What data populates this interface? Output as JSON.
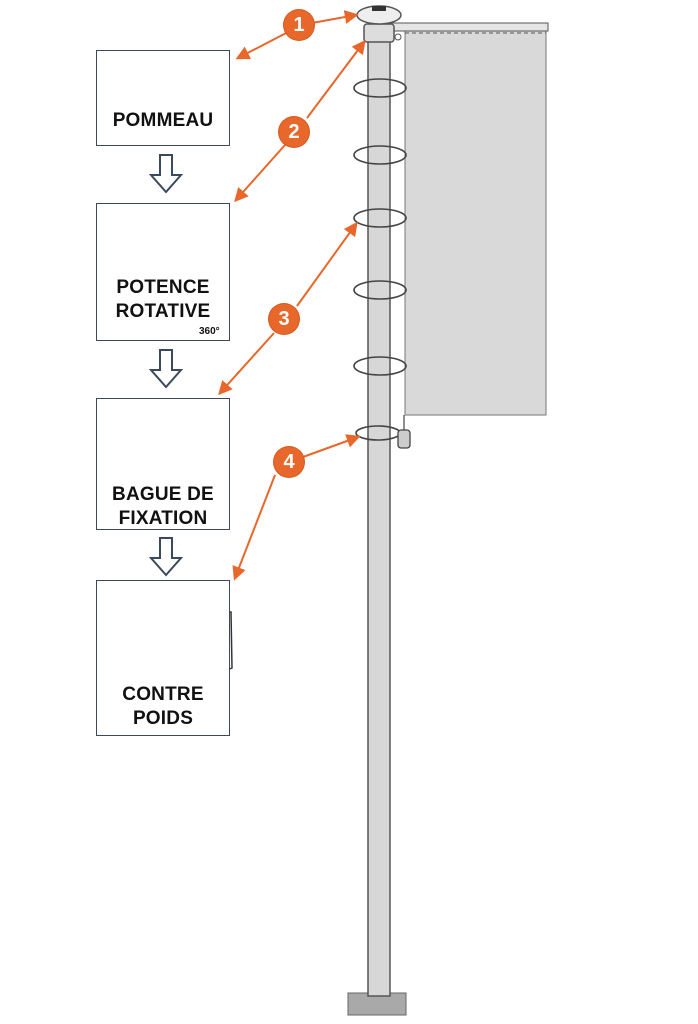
{
  "components": [
    {
      "step": "1",
      "label_lines": [
        "POMMEAU"
      ],
      "icon": "finial-knob-icon"
    },
    {
      "step": "2",
      "label_lines": [
        "POTENCE",
        "ROTATIVE"
      ],
      "suffix": "360°",
      "icon": "rotating-bracket-icon"
    },
    {
      "step": "3",
      "label_lines": [
        "BAGUE DE",
        "FIXATION"
      ],
      "icon": "fixing-ring-icon"
    },
    {
      "step": "4",
      "label_lines": [
        "CONTRE",
        "POIDS"
      ],
      "icon": "counterweight-icon"
    }
  ],
  "colors": {
    "accent": "#e8672a",
    "pole": "#d7d7d7",
    "flag": "#d9d9d9",
    "outline": "#3a4a5c"
  }
}
